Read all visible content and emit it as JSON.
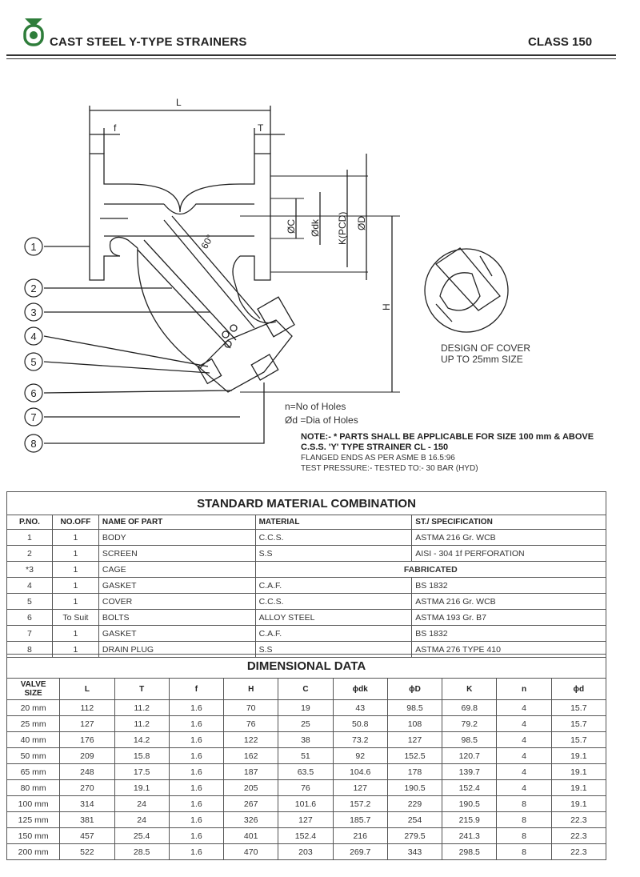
{
  "header": {
    "title": "CAST STEEL Y-TYPE STRAINERS",
    "class_label": "CLASS 150"
  },
  "drawing": {
    "dim_labels": {
      "L": "L",
      "f": "f",
      "T": "T",
      "C": "ØC",
      "dk": "Ødk",
      "K": "K(PCD)",
      "D": "ØD",
      "H": "H",
      "angle": "60°"
    },
    "callouts": [
      "1",
      "2",
      "3",
      "4",
      "5",
      "6",
      "7",
      "8"
    ],
    "cover_caption_line1": "DESIGN OF COVER",
    "cover_caption_line2": "UP TO 25mm SIZE",
    "legend_line1": "n=No of Holes",
    "legend_line2": "Ød =Dia of Holes"
  },
  "notes": {
    "note1": "NOTE:- * PARTS SHALL BE APPLICABLE FOR SIZE 100 mm & ABOVE",
    "note2": "C.S.S. 'Y' TYPE STRAINER CL - 150",
    "note3": "FLANGED ENDS AS PER ASME B 16.5:96",
    "note4": "TEST PRESSURE:- TESTED TO:- 30 BAR (HYD)"
  },
  "materials": {
    "title": "STANDARD MATERIAL COMBINATION",
    "headers": [
      "P.NO.",
      "NO.OFF",
      "NAME OF PART",
      "MATERIAL",
      "ST./ SPECIFICATION"
    ],
    "rows": [
      [
        "1",
        "1",
        "BODY",
        "C.C.S.",
        "ASTMA 216 Gr. WCB"
      ],
      [
        "2",
        "1",
        "SCREEN",
        "S.S",
        "AISI - 304 1f PERFORATION"
      ],
      [
        "*3",
        "1",
        "CAGE",
        "FABRICATED",
        ""
      ],
      [
        "4",
        "1",
        "GASKET",
        "C.A.F.",
        "BS 1832"
      ],
      [
        "5",
        "1",
        "COVER",
        "C.C.S.",
        "ASTMA 216 Gr. WCB"
      ],
      [
        "6",
        "To Suit",
        "BOLTS",
        "ALLOY STEEL",
        "ASTMA 193 Gr. B7"
      ],
      [
        "7",
        "1",
        "GASKET",
        "C.A.F.",
        "BS 1832"
      ],
      [
        "8",
        "1",
        "DRAIN PLUG",
        "S.S",
        "ASTMA 276 TYPE 410"
      ]
    ]
  },
  "dimensions": {
    "title": "DIMENSIONAL DATA",
    "header_valve_line1": "VALVE",
    "header_valve_line2": "SIZE",
    "headers": [
      "L",
      "T",
      "f",
      "H",
      "C",
      "ϕdk",
      "ϕD",
      "K",
      "n",
      "ϕd"
    ],
    "rows": [
      [
        "20 mm",
        "112",
        "11.2",
        "1.6",
        "70",
        "19",
        "43",
        "98.5",
        "69.8",
        "4",
        "15.7"
      ],
      [
        "25 mm",
        "127",
        "11.2",
        "1.6",
        "76",
        "25",
        "50.8",
        "108",
        "79.2",
        "4",
        "15.7"
      ],
      [
        "40 mm",
        "176",
        "14.2",
        "1.6",
        "122",
        "38",
        "73.2",
        "127",
        "98.5",
        "4",
        "15.7"
      ],
      [
        "50 mm",
        "209",
        "15.8",
        "1.6",
        "162",
        "51",
        "92",
        "152.5",
        "120.7",
        "4",
        "19.1"
      ],
      [
        "65 mm",
        "248",
        "17.5",
        "1.6",
        "187",
        "63.5",
        "104.6",
        "178",
        "139.7",
        "4",
        "19.1"
      ],
      [
        "80 mm",
        "270",
        "19.1",
        "1.6",
        "205",
        "76",
        "127",
        "190.5",
        "152.4",
        "4",
        "19.1"
      ],
      [
        "100 mm",
        "314",
        "24",
        "1.6",
        "267",
        "101.6",
        "157.2",
        "229",
        "190.5",
        "8",
        "19.1"
      ],
      [
        "125 mm",
        "381",
        "24",
        "1.6",
        "326",
        "127",
        "185.7",
        "254",
        "215.9",
        "8",
        "22.3"
      ],
      [
        "150 mm",
        "457",
        "25.4",
        "1.6",
        "401",
        "152.4",
        "216",
        "279.5",
        "241.3",
        "8",
        "22.3"
      ],
      [
        "200 mm",
        "522",
        "28.5",
        "1.6",
        "470",
        "203",
        "269.7",
        "343",
        "298.5",
        "8",
        "22.3"
      ]
    ]
  }
}
